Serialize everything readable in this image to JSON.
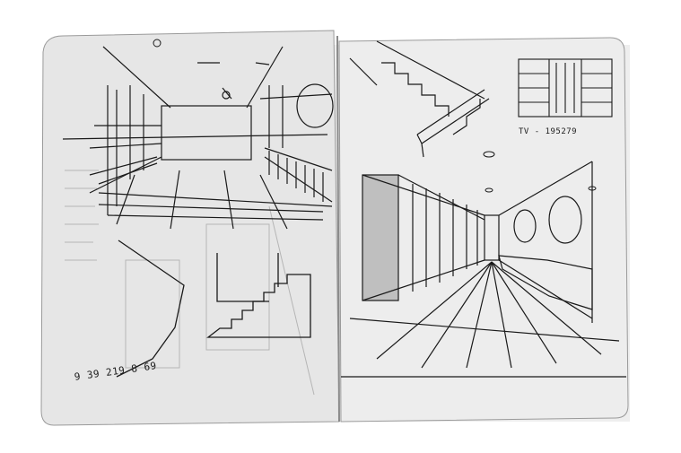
{
  "image": {
    "kind": "sketchbook-spread",
    "colors": {
      "background": "#ffffff",
      "paper_left": "#e6e6e6",
      "paper_right": "#ededed",
      "ink": "#1a1a1a",
      "pencil": "#b5b5b5"
    }
  },
  "left_page": {
    "handwritten_number": "9 39 219 8 69"
  },
  "right_page": {
    "handwritten_note": "TV - 195279"
  }
}
